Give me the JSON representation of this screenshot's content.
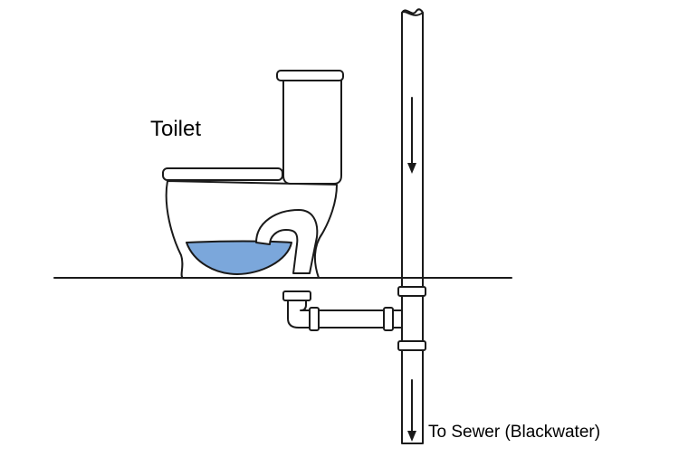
{
  "labels": {
    "toilet": "Toilet",
    "sewer": "To Sewer (Blackwater)"
  },
  "colors": {
    "water": "#7ba7db",
    "line": "#1a1a1a",
    "background": "#ffffff"
  },
  "flow_arrows": [
    {
      "direction": "down",
      "location": "stack-above-floor"
    },
    {
      "direction": "down",
      "location": "stack-below-floor"
    }
  ]
}
